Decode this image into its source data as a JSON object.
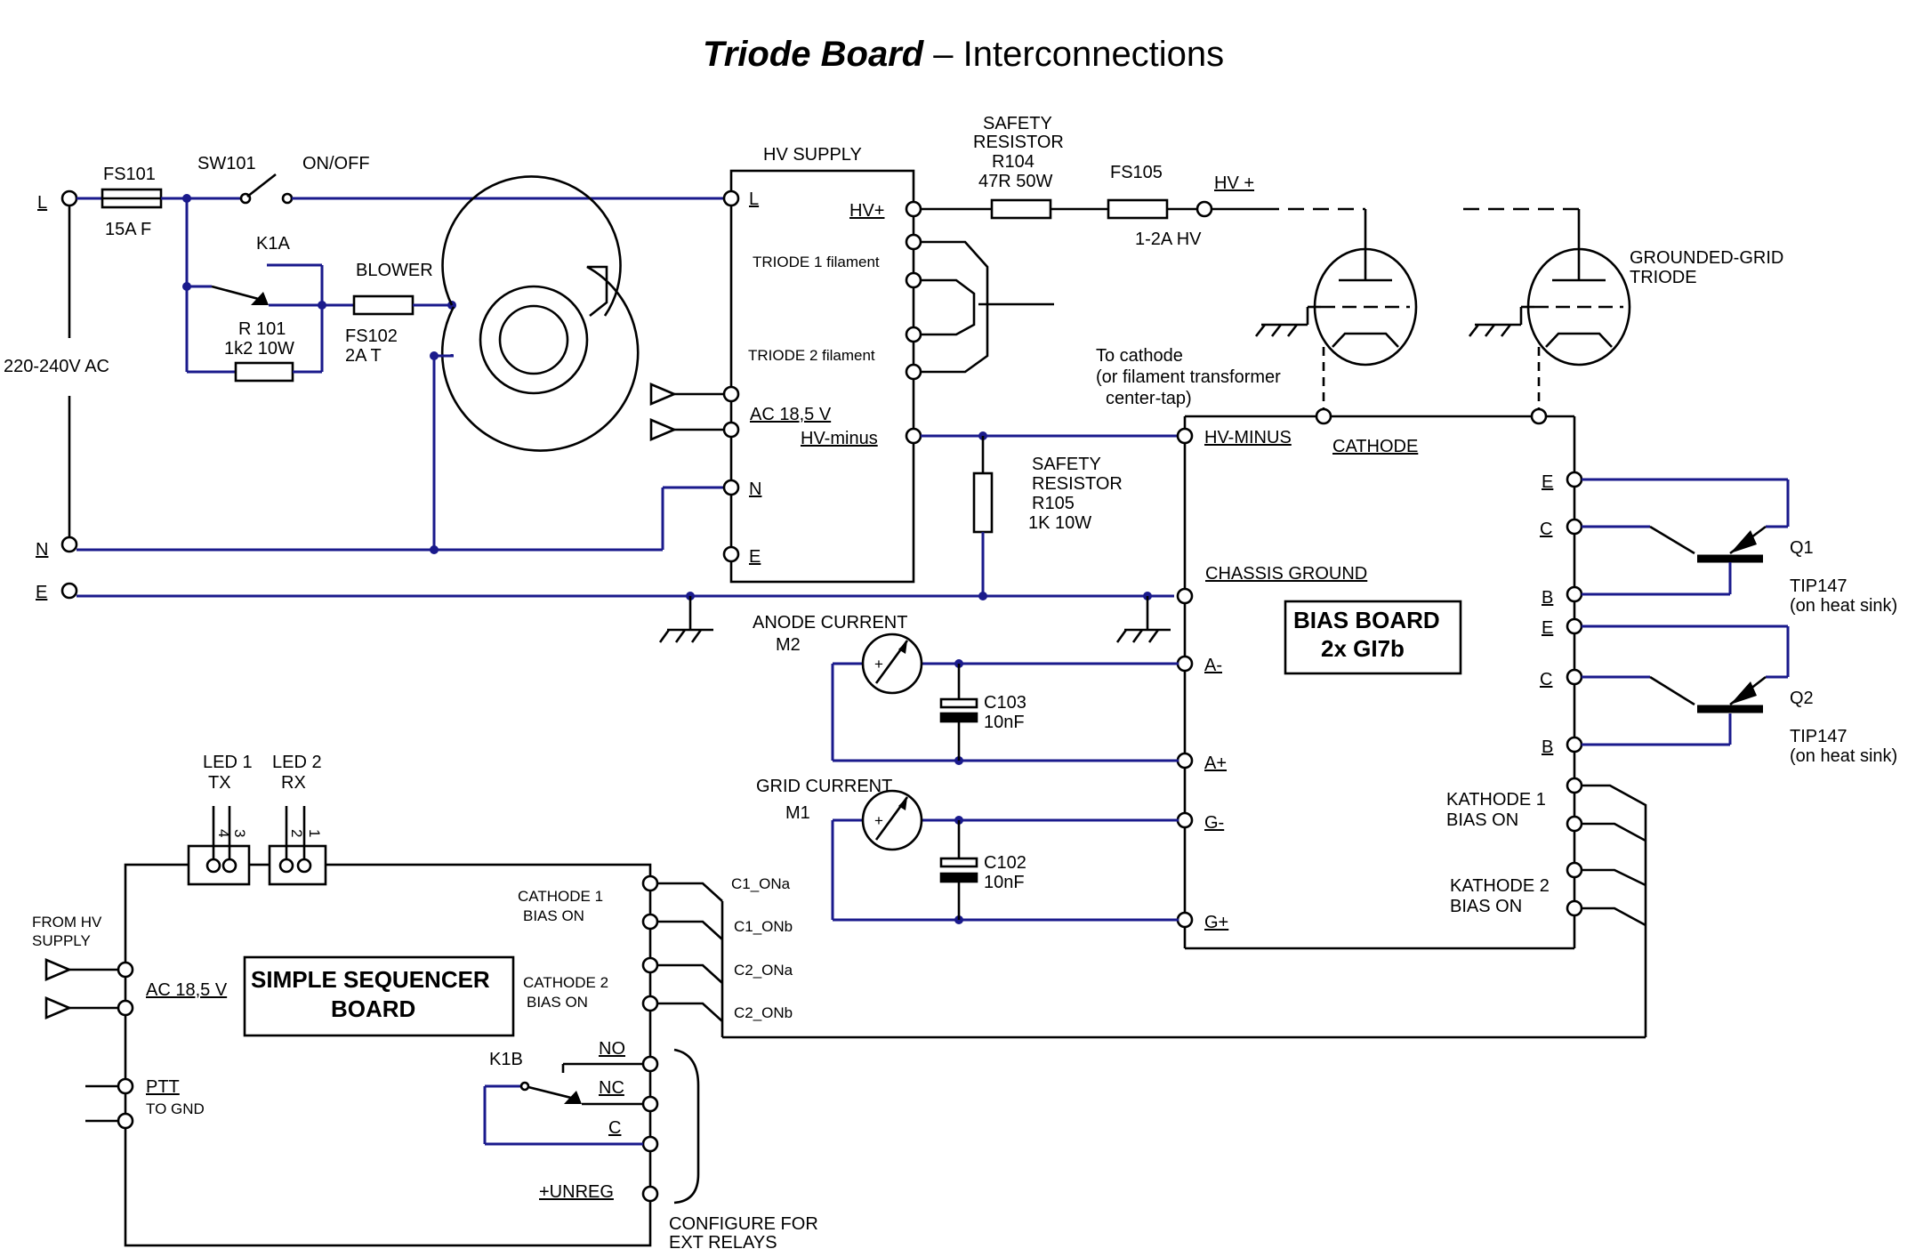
{
  "title": {
    "bold": "Triode Board",
    "rest": " – Interconnections"
  },
  "mains": {
    "L": "L",
    "N": "N",
    "E": "E",
    "voltage": "220-240V AC",
    "fs101": "FS101",
    "fs101_val": "15A F",
    "sw101": "SW101",
    "onoff": "ON/OFF",
    "k1a": "K1A",
    "r101": "R 101",
    "r101_val": "1k2  10W",
    "blower": "BLOWER",
    "fs102": "FS102",
    "fs102_val": "2A T"
  },
  "hv_supply": {
    "title": "HV SUPPLY",
    "L": "L",
    "N": "N",
    "E": "E",
    "hv_plus": "HV+",
    "triode1": "TRIODE 1 filament",
    "triode2": "TRIODE 2 filament",
    "ac": "AC 18,5 V",
    "hv_minus": "HV-minus"
  },
  "r104": {
    "l1": "SAFETY",
    "l2": "RESISTOR",
    "l3": "R104",
    "l4": "47R 50W"
  },
  "fs105": {
    "name": "FS105",
    "val": "1-2A HV"
  },
  "hv_out": "HV +",
  "tubes": {
    "label1": "GROUNDED-GRID",
    "label2": "TRIODE"
  },
  "cathode_note": {
    "l1": "To cathode",
    "l2": "(or filament transformer",
    "l3": "center-tap)"
  },
  "r105": {
    "l1": "SAFETY",
    "l2": "RESISTOR",
    "l3": "R105",
    "l4": "1K 10W"
  },
  "bias_board": {
    "name1": "BIAS BOARD",
    "name2": "2x GI7b",
    "hv_minus": "HV-MINUS",
    "cathode": "CATHODE",
    "chassis": "CHASSIS GROUND",
    "a_minus": "A-",
    "a_plus": "A+",
    "g_minus": "G-",
    "g_plus": "G+",
    "e": "E",
    "c": "C",
    "b": "B",
    "k1": "KATHODE 1",
    "k1b": "BIAS ON",
    "k2": "KATHODE 2",
    "k2b": "BIAS ON"
  },
  "q1": {
    "name": "Q1",
    "type": "TIP147",
    "note": "(on heat sink)"
  },
  "q2": {
    "name": "Q2",
    "type": "TIP147",
    "note": "(on heat sink)"
  },
  "meters": {
    "anode": "ANODE CURRENT",
    "m2": "M2",
    "grid": "GRID CURRENT",
    "m1": "M1",
    "c103": "C103",
    "c103_val": "10nF",
    "c102": "C102",
    "c102_val": "10nF"
  },
  "leds": {
    "led1": "LED 1",
    "tx": "TX",
    "led2": "LED 2",
    "rx": "RX",
    "p4": "4",
    "p3": "3",
    "p2": "2",
    "p1": "1"
  },
  "sequencer": {
    "name1": "SIMPLE SEQUENCER",
    "name2": "BOARD",
    "from_hv1": "FROM HV",
    "from_hv2": "SUPPLY",
    "ac": "AC 18,5 V",
    "ptt": "PTT",
    "to_gnd": "TO GND",
    "cath1": "CATHODE 1",
    "cath1b": "BIAS ON",
    "cath2": "CATHODE 2",
    "cath2b": "BIAS ON",
    "c1a": "C1_ONa",
    "c1b": "C1_ONb",
    "c2a": "C2_ONa",
    "c2b": "C2_ONb",
    "k1b": "K1B",
    "no": "NO",
    "nc": "NC",
    "c": "C",
    "unreg": "+UNREG",
    "cfg1": "CONFIGURE FOR",
    "cfg2": "EXT RELAYS"
  }
}
